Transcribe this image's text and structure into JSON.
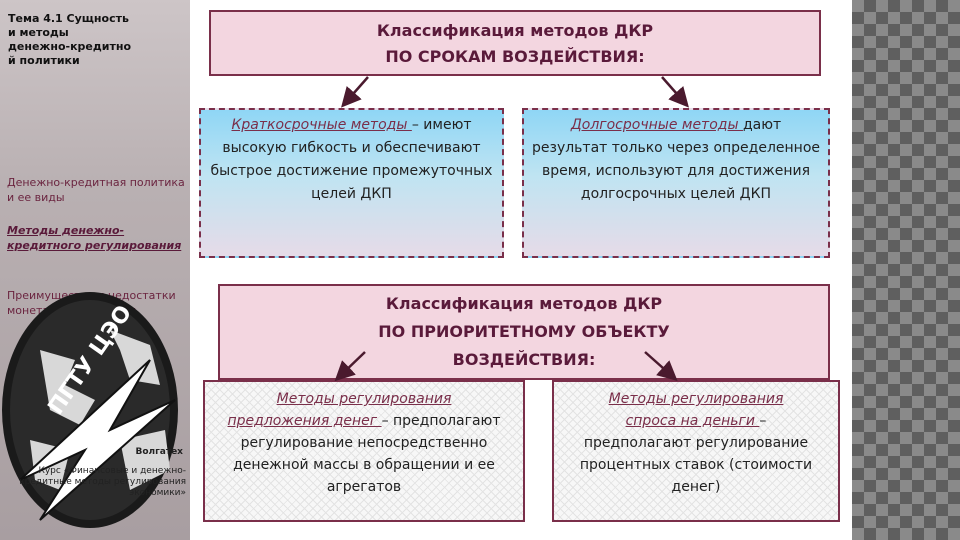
{
  "sidebar": {
    "topic_title": "Тема 4.1 Сущность и методы денежно-кредитно й политики",
    "items": [
      {
        "label": "Денежно-кредитная политика и ее виды",
        "active": false
      },
      {
        "label": "Методы денежно-кредитного регулирования",
        "active": true
      },
      {
        "label": "Преимущества и недостатки монетарной политики",
        "active": false
      }
    ],
    "logo": {
      "text": "ПГТУ ЦЭО",
      "caption_name": "Волгатех",
      "caption_course": "Курс «Финансовые и денежно-кредитные методы регулирования экономики»"
    }
  },
  "section1": {
    "title_line1": "Классификация методов ДКР",
    "title_line2": "ПО СРОКАМ ВОЗДЕЙСТВИЯ:",
    "left": {
      "term": "Краткосрочные методы ",
      "dash": "–",
      "text": "имеют высокую гибкость и обеспечивают быстрое достижение промежуточных целей ДКП"
    },
    "right": {
      "term": "Долгосрочные  методы ",
      "text": "дают результат только через определенное время, используют для достижения долгосрочных целей ДКП"
    }
  },
  "section2": {
    "title_line1": "Классификация методов ДКР",
    "title_line2": "ПО ПРИОРИТЕТНОМУ ОБЪЕКТУ",
    "title_line3": "ВОЗДЕЙСТВИЯ:",
    "left": {
      "term1": "Методы регулирования",
      "term2": "предложения денег ",
      "dash": "–",
      "text": "предполагают регулирование непосредственно денежной массы в обращении и ее агрегатов"
    },
    "right": {
      "term1": "Методы регулирования ",
      "term2": "спроса на деньги ",
      "dash": "–",
      "text": "предполагают регулирование процентных ставок (стоимости денег)"
    }
  },
  "colors": {
    "accent": "#7a2f4a",
    "box_fill": "#f3d6e0",
    "gradient_top": "#8fd6f5"
  }
}
